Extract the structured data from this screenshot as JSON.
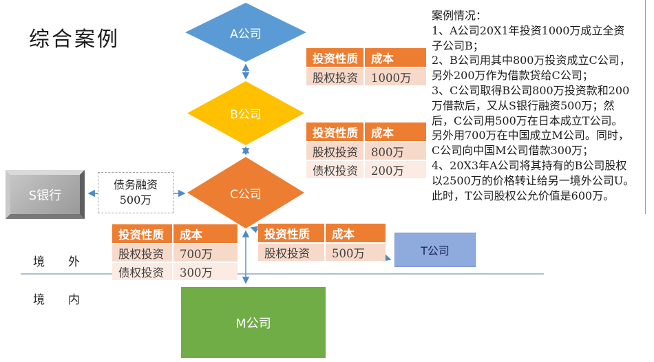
{
  "title": "综合案例",
  "nodes": {
    "company_a": {
      "label": "A公司",
      "color": "#5B9BD5"
    },
    "company_b": {
      "label": "B公司",
      "color": "#FFC000"
    },
    "company_c": {
      "label": "C公司",
      "color": "#ED7D31"
    },
    "bank_s": {
      "label": "S银行",
      "color": "#ababab"
    },
    "company_t": {
      "label": "T公司",
      "color": "#8FAADC"
    },
    "company_m": {
      "label": "M公司",
      "color": "#70AD47"
    }
  },
  "debt_financing_box": {
    "line1": "债务融资",
    "line2": "500万"
  },
  "region": {
    "outside": "境　　外",
    "inside": "境　　内"
  },
  "tables": {
    "a_to_b": {
      "headers": [
        "投资性质",
        "成本"
      ],
      "rows": [
        [
          "股权投资",
          "1000万"
        ]
      ]
    },
    "b_to_c": {
      "headers": [
        "投资性质",
        "成本"
      ],
      "rows": [
        [
          "股权投资",
          "800万"
        ],
        [
          "债权投资",
          "200万"
        ]
      ]
    },
    "c_to_m": {
      "headers": [
        "投资性质",
        "成本"
      ],
      "rows": [
        [
          "股权投资",
          "700万"
        ],
        [
          "债权投资",
          "300万"
        ]
      ]
    },
    "c_to_t": {
      "headers": [
        "投资性质",
        "成本"
      ],
      "rows": [
        [
          "股权投资",
          "500万"
        ]
      ]
    }
  },
  "case_notes": {
    "heading": "案例情况：",
    "body": "1、A公司20X1年投资1000万成立全资\n子公司B；\n2、B公司用其中800万投资成立C公司，\n另外200万作为借款贷给C公司；\n3、C公司取得B公司800万投资款和200\n万借款后，又从S银行融资500万；然\n后，C公司用500万在日本成立T公司。\n另外用700万在中国成立M公司。同时，\nC公司向中国M公司借款300万；\n4、20X3年A公司将其持有的B公司股权\n以2500万的价格转让给另一境外公司U。\n此时，T公司股权公允价值是600万。"
  },
  "colors": {
    "table_header": "#ED7D31",
    "table_row_odd": "#F7D9C9",
    "table_row_even": "#FBEBE2",
    "connector": "#4E8AC8",
    "region_line": "#A9BFD9"
  }
}
